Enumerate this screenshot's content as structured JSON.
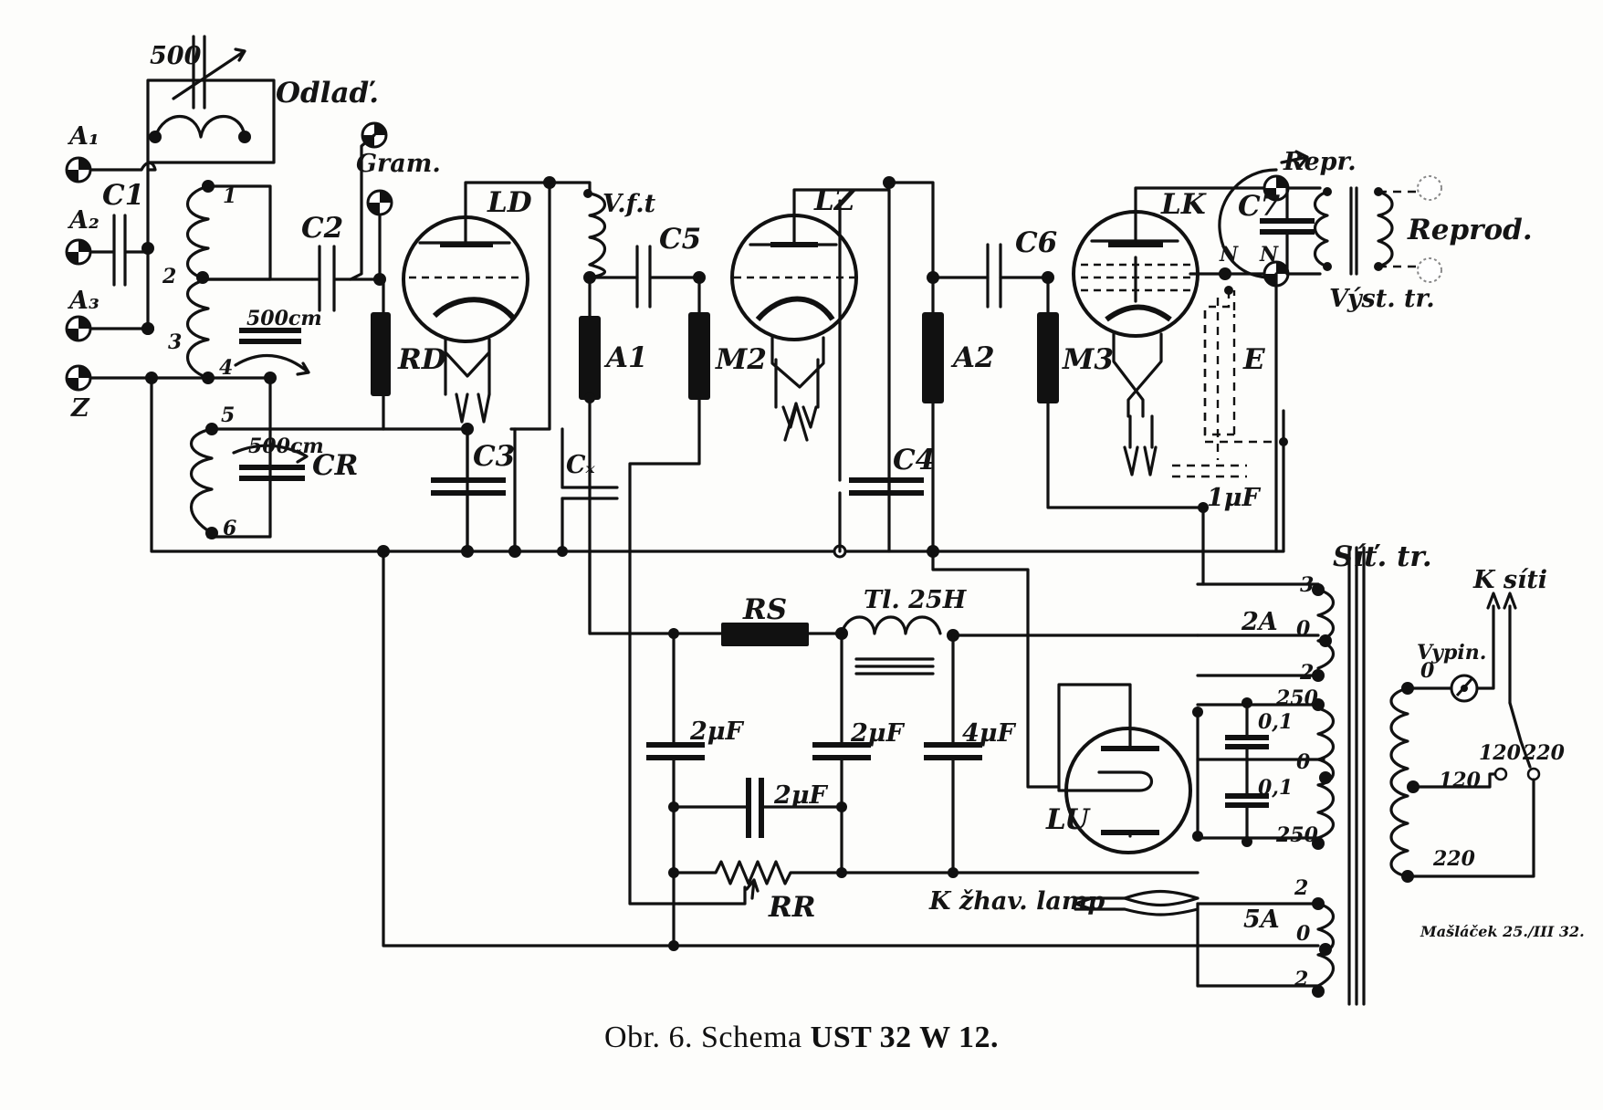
{
  "caption": {
    "prefix": "Obr. 6. Schema",
    "model": "UST 32 W 12."
  },
  "labels": {
    "c_500": "500",
    "odlad": "Odlaď.",
    "a1": "A₁",
    "a2": "A₂",
    "a3": "A₃",
    "z": "Z",
    "c1": "C1",
    "c2": "C2",
    "c3": "C3",
    "c4": "C4",
    "c5": "C5",
    "c6": "C6",
    "c7": "C7",
    "cx": "Cₓ",
    "gram": "Gram.",
    "ld": "LD",
    "lz": "LZ",
    "lk": "LK",
    "lu": "LU",
    "rd": "RD",
    "a1_res": "A1",
    "a2_res": "A2",
    "m2": "M2",
    "m3": "M3",
    "vft": "V.f.t",
    "e": "E",
    "one_uf": "1μF",
    "cr": "CR",
    "cm500a": "500cm",
    "cm500b": "500cm",
    "tap1": "1",
    "tap2": "2",
    "tap3": "3",
    "tap4": "4",
    "tap5": "5",
    "tap6": "6",
    "repr": "Repr.",
    "reprod": "Reprod.",
    "vyst_tr": "Výst. tr.",
    "n1": "N",
    "n2": "N",
    "rs": "RS",
    "tl": "Tl. 25H",
    "uf2a": "2μF",
    "uf2b": "2μF",
    "uf2c": "2μF",
    "uf4": "4μF",
    "rr": "RR",
    "khav": "K žhav. lamp",
    "sit_tr": "Síť. tr.",
    "s3": "3",
    "s0a": "0",
    "s2a": "2",
    "a2amp": "2A",
    "s250a": "250",
    "s0b": "0",
    "s250b": "250",
    "c01a": "0,1",
    "c01b": "0,1",
    "s2b": "2",
    "s0c": "0",
    "s2c": "2",
    "a5amp": "5A",
    "k_siti": "K síti",
    "vypin": "Vypin.",
    "v0": "0",
    "v120a": "120",
    "v220a": "220",
    "v120b": "120",
    "v220b": "220",
    "signature": "Mašláček 25./III 32."
  },
  "colors": {
    "ink": "#111111",
    "paper": "#fdfdfb"
  }
}
